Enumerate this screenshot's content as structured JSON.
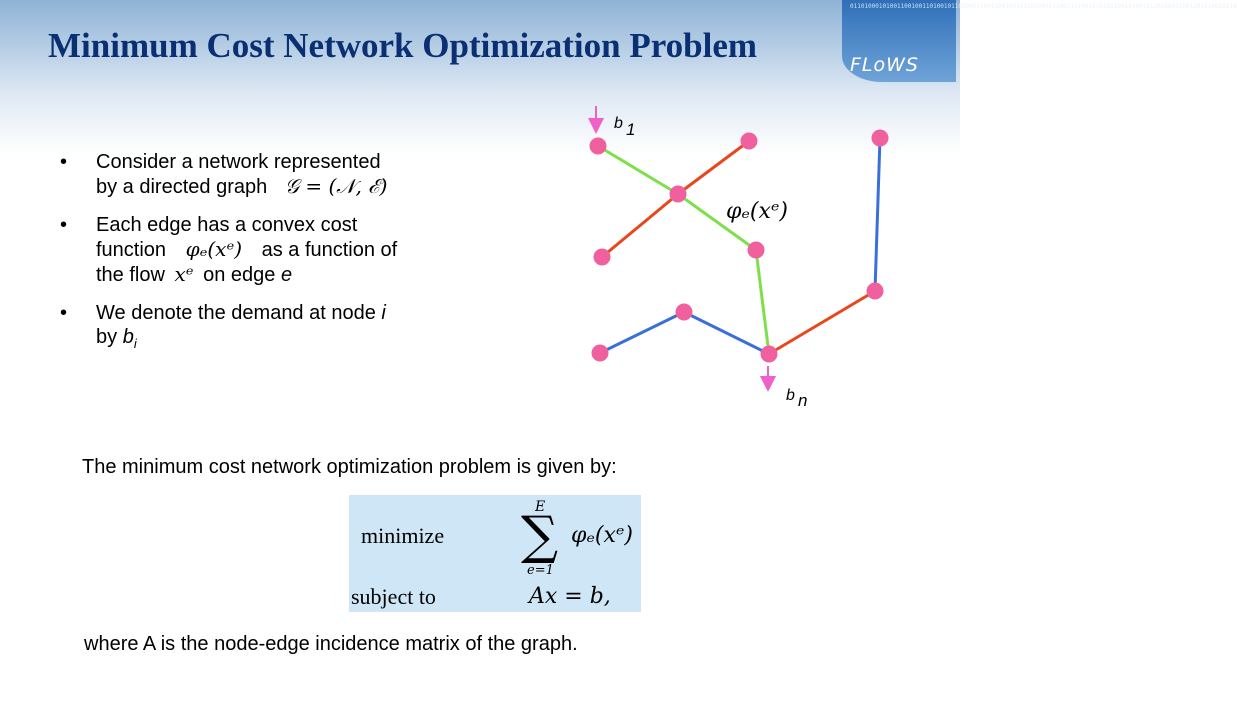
{
  "header": {
    "title": "Minimum Cost Network Optimization Problem",
    "logo_text": "FLoWS",
    "logo_bits": "01101000101001100100110100101101001010011001001011010010110011010010101011001010010110100101001101010010110"
  },
  "bullets": [
    {
      "marker": "•",
      "line1": "Consider a network  represented",
      "line2_prefix": "by a directed graph",
      "line2_math": "𝒢 = (𝒩, ℰ)"
    },
    {
      "marker": "•",
      "line1": "Each edge has a convex cost",
      "line2_prefix": "function",
      "line2_math": "φₑ(xᵉ)",
      "line2_suffix": "as a function of",
      "line3_prefix": "the flow",
      "line3_math": "xᵉ",
      "line3_suffix": "on edge",
      "line3_var": "e"
    },
    {
      "marker": "•",
      "line1_prefix": "We denote the demand at node",
      "line1_var": "i",
      "line2_prefix": "by",
      "line2_var": "b",
      "line2_sub": "i"
    }
  ],
  "graph": {
    "source_label": "b",
    "source_sub": "1",
    "sink_label": "b",
    "sink_sub": "n",
    "edge_label": "φₑ(xᵉ)",
    "colors": {
      "node": "#f0609e",
      "green": "#7de04a",
      "red": "#e8471c",
      "blue": "#3b6fd8",
      "arrow": "#f060c8"
    }
  },
  "problem": {
    "intro": "The minimum cost network optimization problem is given by:",
    "minimize_label": "minimize",
    "subject_label": "subject to",
    "sum_upper": "E",
    "sum_lower": "e=1",
    "objective": "φₑ(xᵉ)",
    "constraint": "Ax = b,",
    "footer": "where A is the node-edge incidence matrix of the graph."
  }
}
